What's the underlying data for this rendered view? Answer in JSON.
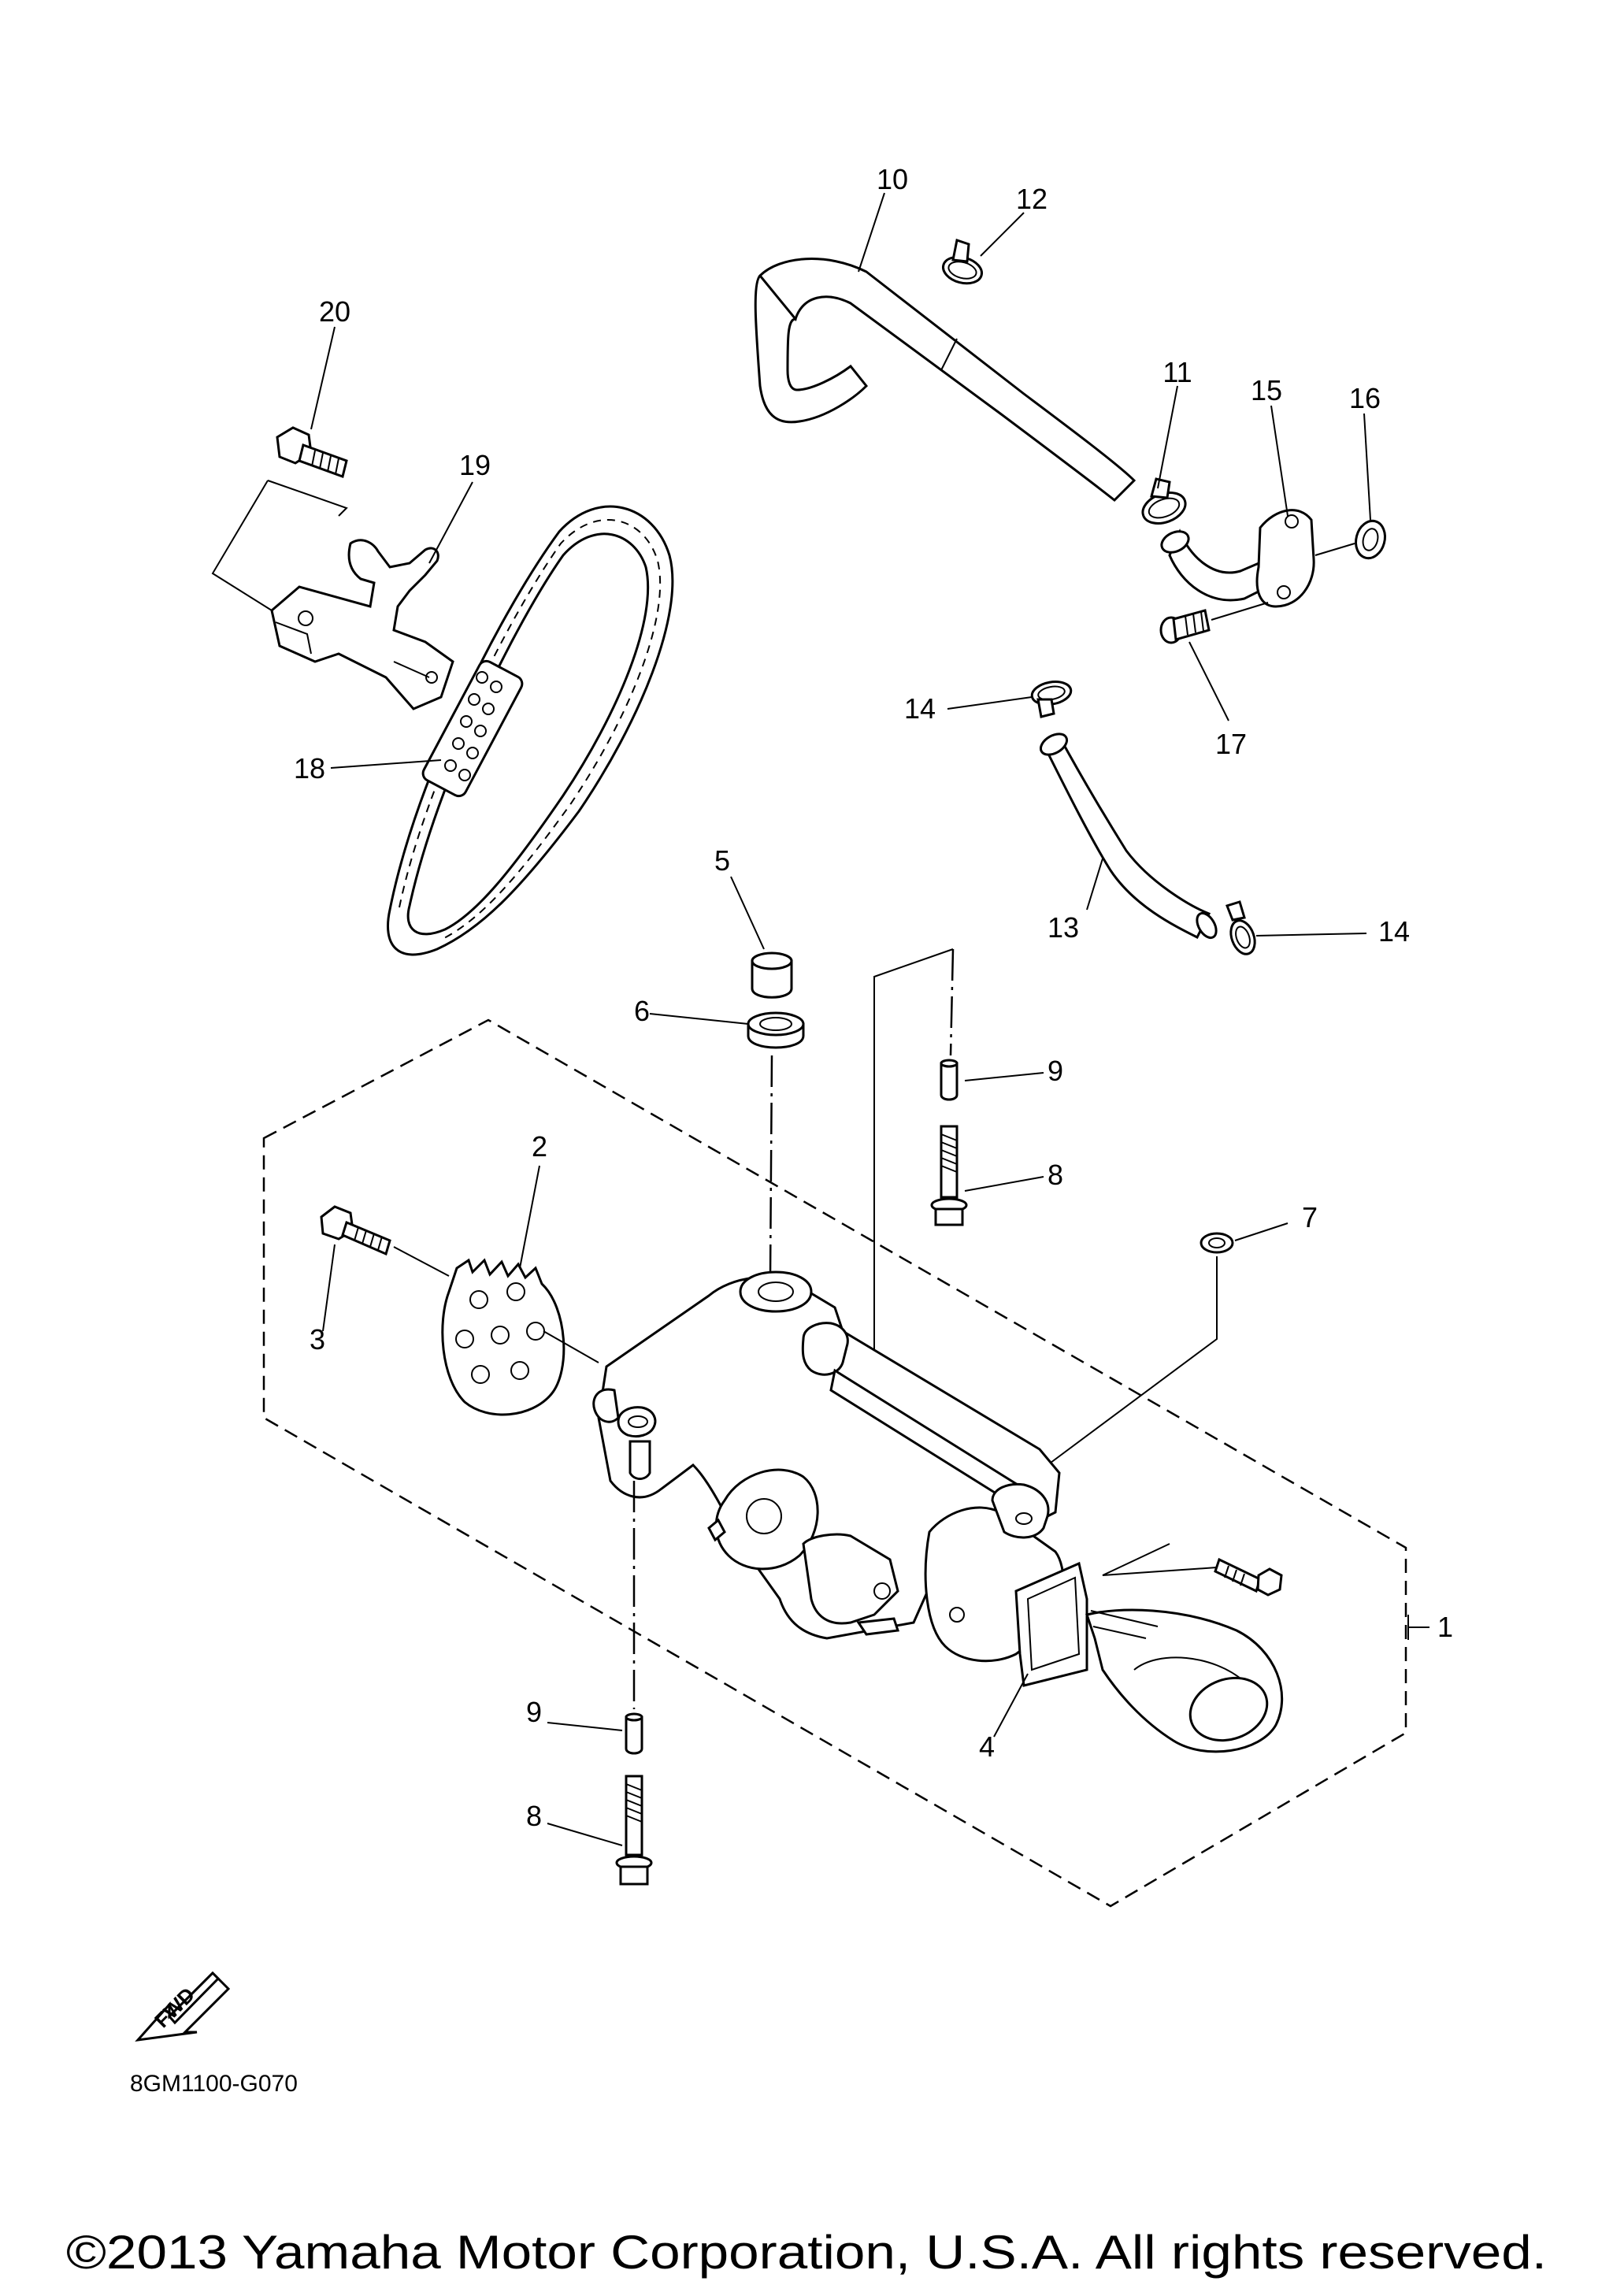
{
  "diagram": {
    "callouts": [
      "1",
      "2",
      "3",
      "4",
      "5",
      "6",
      "7",
      "8",
      "8",
      "9",
      "9",
      "10",
      "11",
      "12",
      "13",
      "14",
      "14",
      "15",
      "16",
      "17",
      "18",
      "19",
      "20"
    ],
    "reference_code": "8GM1100-G070",
    "fwd_label": "FWD",
    "copyright": "©2013 Yamaha Motor Corporation, U.S.A. All rights reserved."
  }
}
